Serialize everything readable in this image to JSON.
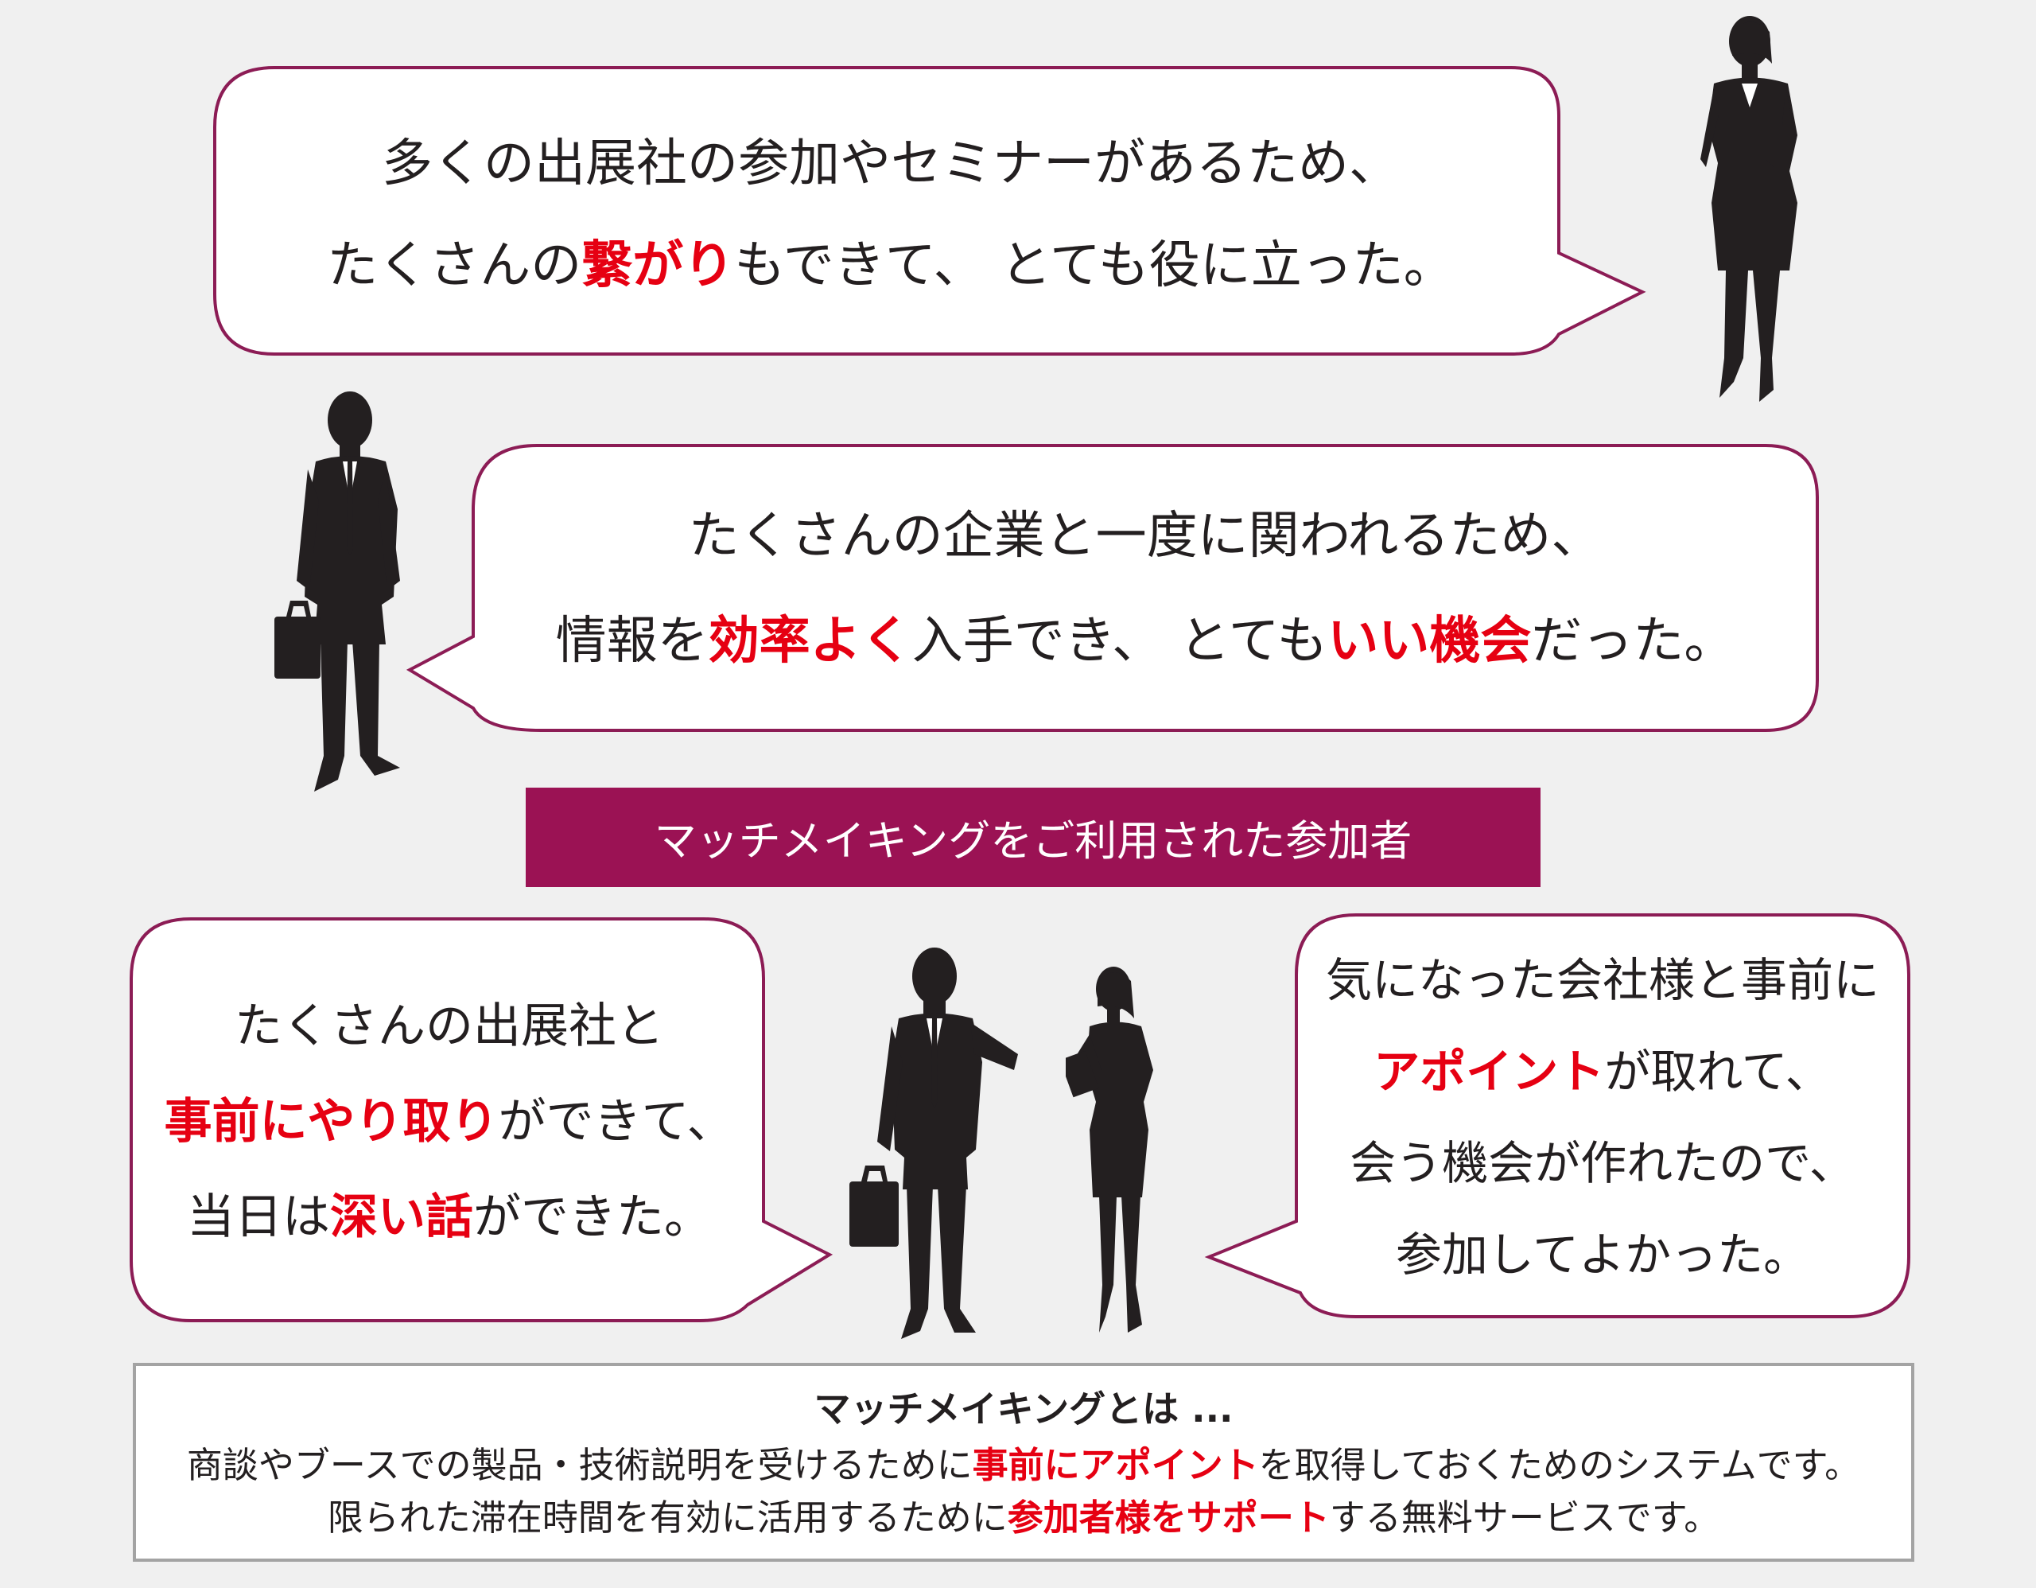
{
  "colors": {
    "background": "#f0f0f0",
    "bubble_border": "#8c1c55",
    "highlight": "#e60012",
    "banner": "#9b1254",
    "silhouette": "#231f20",
    "info_border": "#a3a3a3"
  },
  "bubble1": {
    "line1": "多くの出展社の参加やセミナーがあるため、",
    "line2_a": "たくさんの",
    "line2_hl": "繋がり",
    "line2_b": "もできて、 とても役に立った。"
  },
  "bubble2": {
    "line1": "たくさんの企業と一度に関われるため、",
    "line2_a": "情報を",
    "line2_hl1": "効率よく",
    "line2_b": "入手でき、 とても",
    "line2_hl2": "いい機会",
    "line2_c": "だった。"
  },
  "banner": {
    "text": "マッチメイキングをご利用された参加者"
  },
  "bubble3": {
    "line1": "たくさんの出展社と",
    "line2_hl": "事前にやり取り",
    "line2_b": "ができて、",
    "line3_a": "当日は",
    "line3_hl": "深い話",
    "line3_b": "ができた。"
  },
  "bubble4": {
    "line1": "気になった会社様と事前に",
    "line2_hl": "アポイント",
    "line2_b": "が取れて、",
    "line3": "会う機会が作れたので、",
    "line4": "参加してよかった。"
  },
  "info": {
    "title": "マッチメイキングとは ...",
    "line1_a": "商談やブースでの製品・技術説明を受けるために",
    "line1_hl": "事前にアポイント",
    "line1_b": "を取得しておくためのシステムです。",
    "line2_a": "限られた滞在時間を有効に活用するために",
    "line2_hl": "参加者様をサポート",
    "line2_b": "する無料サービスです。"
  },
  "icons": [
    "woman-silhouette-icon",
    "man-briefcase-silhouette-icon",
    "businessman-checking-watch-icon",
    "businesswoman-with-folder-icon"
  ]
}
